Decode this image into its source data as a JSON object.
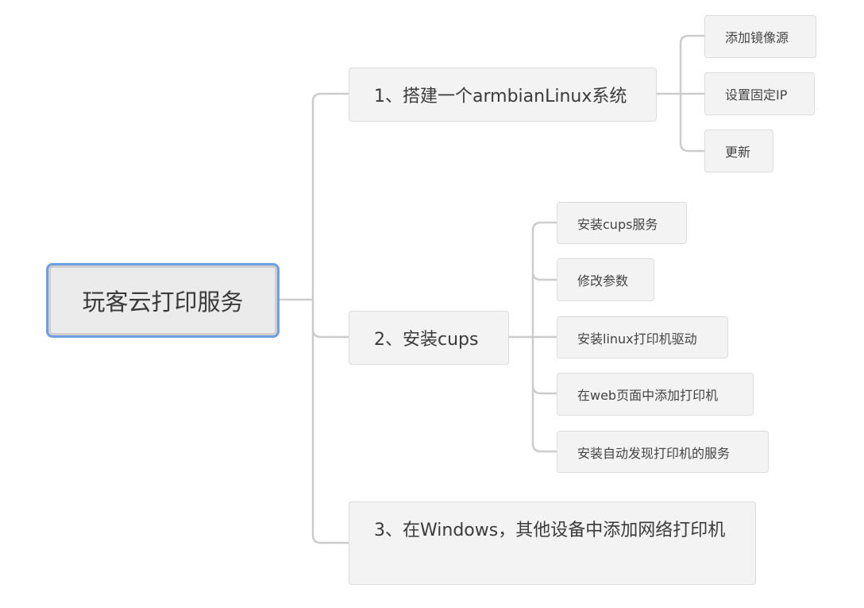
{
  "root": {
    "label": "玩客云打印服务"
  },
  "branches": [
    {
      "label": "1、搭建一个armbianLinux系统",
      "children": [
        "添加镜像源",
        "设置固定IP",
        "更新"
      ]
    },
    {
      "label": "2、安装cups",
      "children": [
        "安装cups服务",
        "修改参数",
        "安装linux打印机驱动",
        "在web页面中添加打印机",
        "安装自动发现打印机的服务"
      ]
    },
    {
      "label": "3、在Windows，其他设备中添加网络打印机",
      "children": []
    }
  ],
  "colors": {
    "root_border": "#6f9fe0",
    "node_bg": "#f3f3f3",
    "line": "#cccccc"
  }
}
